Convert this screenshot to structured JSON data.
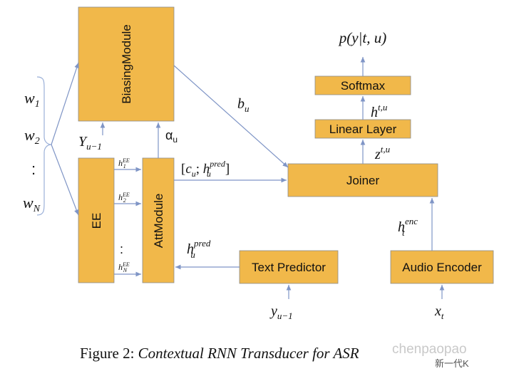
{
  "boxes": {
    "biasing_module": "BiasingModule",
    "ee": "EE",
    "att_module": "AttModule",
    "text_predictor": "Text Predictor",
    "joiner": "Joiner",
    "audio_encoder": "Audio Encoder",
    "linear_layer": "Linear Layer",
    "softmax": "Softmax"
  },
  "inputs": {
    "w1": {
      "base": "w",
      "sub": "1"
    },
    "w2": {
      "base": "w",
      "sub": "2"
    },
    "dots": ":",
    "wN": {
      "base": "w",
      "sub": "N"
    }
  },
  "labels": {
    "y_prev_bias": {
      "base": "Y",
      "sub": "u−1"
    },
    "alpha": {
      "base": "α",
      "sub": "u"
    },
    "b_u": {
      "base": "b",
      "sub": "u"
    },
    "cu_hpred": {
      "open": "[",
      "c": "c",
      "c_sub": "u",
      "sep": "; ",
      "h": "h",
      "h_sup": "pred",
      "h_sub": "u",
      "close": "]"
    },
    "h_pred": {
      "base": "h",
      "sup": "pred",
      "sub": "u"
    },
    "y_prev_text": {
      "base": "y",
      "sub": "u−1"
    },
    "h_enc": {
      "base": "h",
      "sup": "enc",
      "sub": "t"
    },
    "x_t": {
      "base": "x",
      "sub": "t"
    },
    "z_tu": {
      "base": "z",
      "sup": "t,u"
    },
    "h_tu": {
      "base": "h",
      "sup": "t,u"
    },
    "output": "p(y|t, u)",
    "ee_outputs": [
      {
        "base": "h",
        "sup": "EE",
        "sub": "1"
      },
      {
        "base": "h",
        "sup": "EE",
        "sub": "2"
      },
      {
        "base": "h",
        "sup": "EE",
        "sub": "N"
      }
    ],
    "ee_dots": ":"
  },
  "caption": {
    "prefix": "Figure 2: ",
    "title": "Contextual RNN Transducer for ASR"
  },
  "watermark": "chenpaopao",
  "watermark2": "新一代K"
}
